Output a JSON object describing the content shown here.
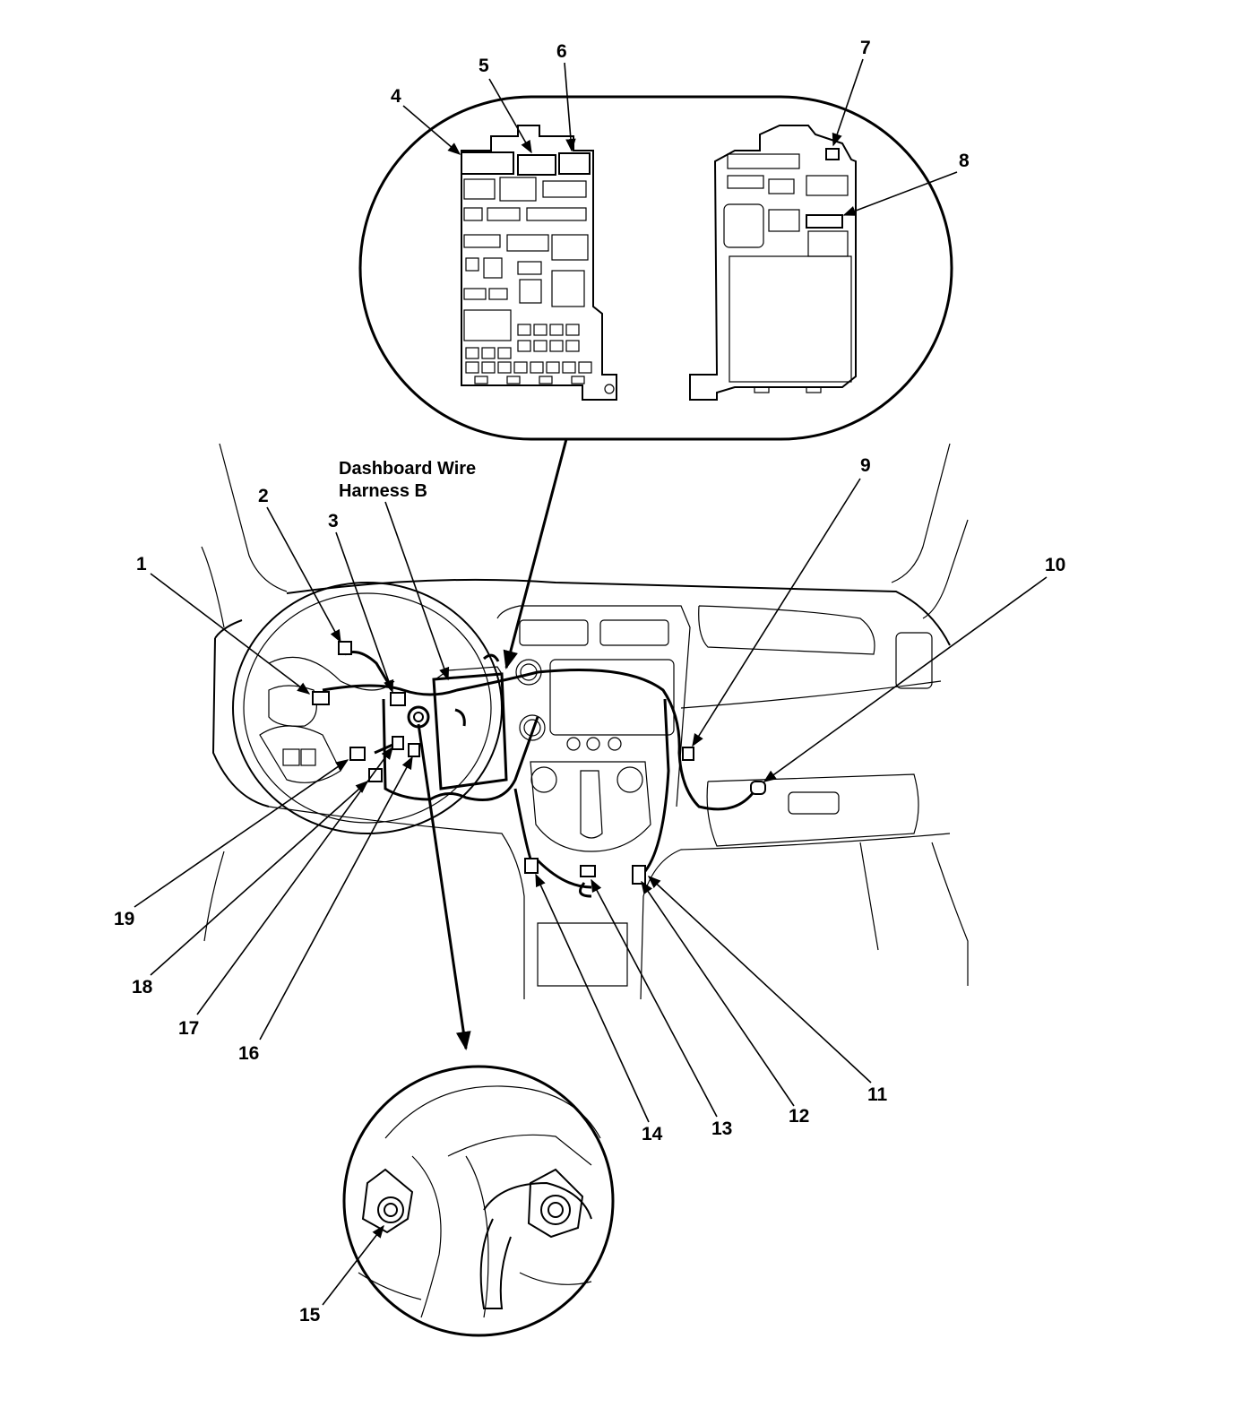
{
  "harness_label": {
    "line1": "Dashboard Wire",
    "line2": "Harness B"
  },
  "callouts": [
    {
      "id": "1",
      "label": "1"
    },
    {
      "id": "2",
      "label": "2"
    },
    {
      "id": "3",
      "label": "3"
    },
    {
      "id": "4",
      "label": "4"
    },
    {
      "id": "5",
      "label": "5"
    },
    {
      "id": "6",
      "label": "6"
    },
    {
      "id": "7",
      "label": "7"
    },
    {
      "id": "8",
      "label": "8"
    },
    {
      "id": "9",
      "label": "9"
    },
    {
      "id": "10",
      "label": "10"
    },
    {
      "id": "11",
      "label": "11"
    },
    {
      "id": "12",
      "label": "12"
    },
    {
      "id": "13",
      "label": "13"
    },
    {
      "id": "14",
      "label": "14"
    },
    {
      "id": "15",
      "label": "15"
    },
    {
      "id": "16",
      "label": "16"
    },
    {
      "id": "17",
      "label": "17"
    },
    {
      "id": "18",
      "label": "18"
    },
    {
      "id": "19",
      "label": "19"
    }
  ]
}
